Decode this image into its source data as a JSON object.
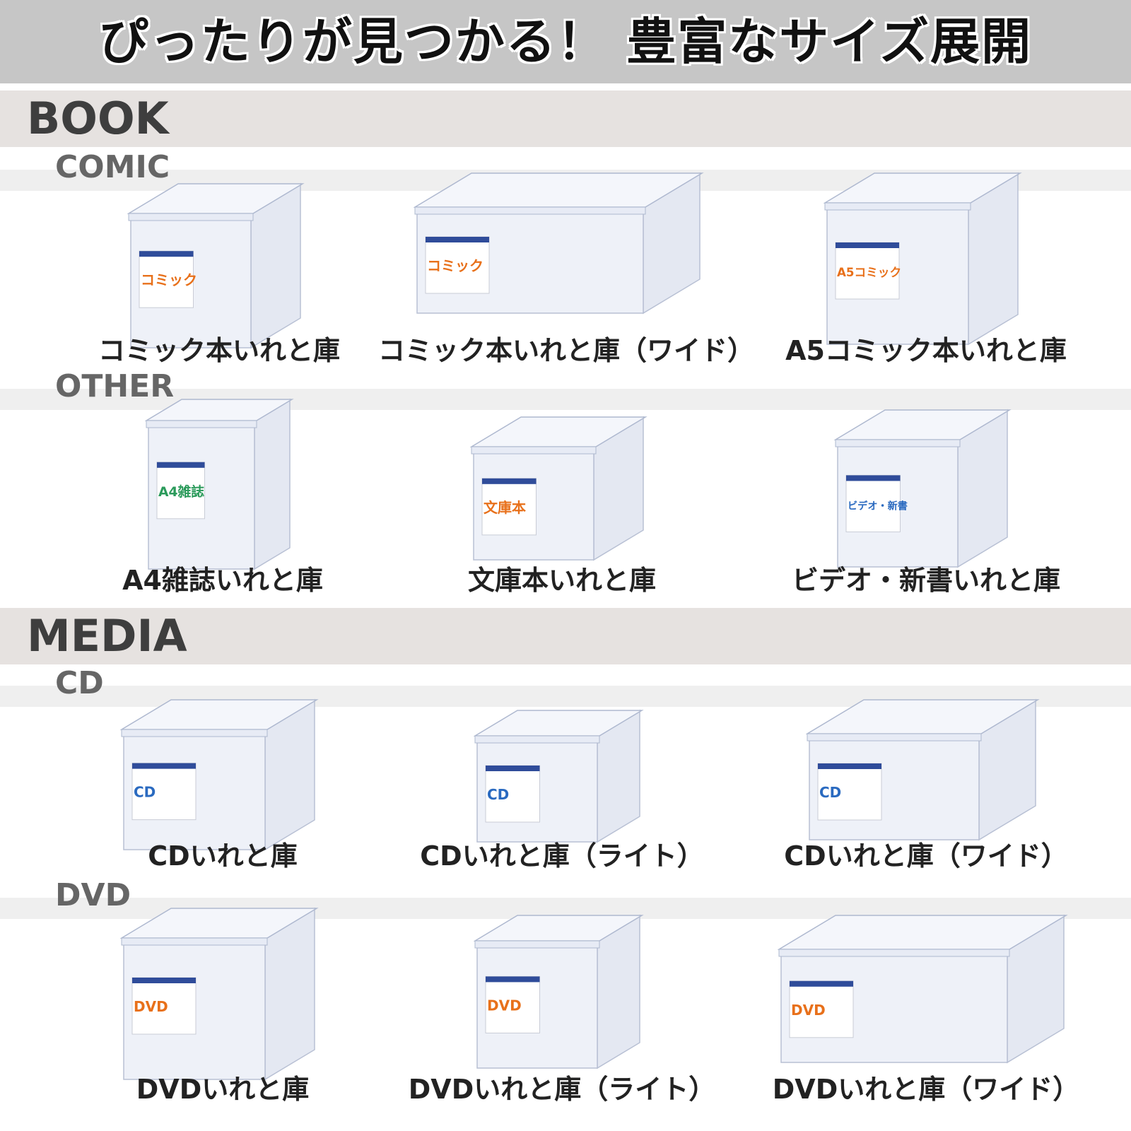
{
  "header": {
    "title": "ぴったりが見つかる！ 豊富なサイズ展開"
  },
  "sections": [
    {
      "label": "BOOK",
      "groups": [
        {
          "label": "COMIC",
          "products": [
            {
              "name": "コミック本いれと庫",
              "box_label": "コミック",
              "label_color": "#e8701a"
            },
            {
              "name": "コミック本いれと庫（ワイド）",
              "box_label": "コミック",
              "label_color": "#e8701a"
            },
            {
              "name": "A5コミック本いれと庫",
              "box_label": "A5コミック",
              "label_color": "#e8701a"
            }
          ]
        },
        {
          "label": "OTHER",
          "products": [
            {
              "name": "A4雑誌いれと庫",
              "box_label": "A4雑誌",
              "label_color": "#2a9a5a"
            },
            {
              "name": "文庫本いれと庫",
              "box_label": "文庫本",
              "label_color": "#e8701a"
            },
            {
              "name": "ビデオ・新書いれと庫",
              "box_label": "ビデオ・新書",
              "label_color": "#2a6ac0"
            }
          ]
        }
      ]
    },
    {
      "label": "MEDIA",
      "groups": [
        {
          "label": "CD",
          "products": [
            {
              "name": "CDいれと庫",
              "box_label": "CD",
              "label_color": "#2a6ac0"
            },
            {
              "name": "CDいれと庫（ライト）",
              "box_label": "CD",
              "label_color": "#2a6ac0"
            },
            {
              "name": "CDいれと庫（ワイド）",
              "box_label": "CD",
              "label_color": "#2a6ac0"
            }
          ]
        },
        {
          "label": "DVD",
          "products": [
            {
              "name": "DVDいれと庫",
              "box_label": "DVD",
              "label_color": "#e8701a"
            },
            {
              "name": "DVDいれと庫（ライト）",
              "box_label": "DVD",
              "label_color": "#e8701a"
            },
            {
              "name": "DVDいれと庫（ワイド）",
              "box_label": "DVD",
              "label_color": "#e8701a"
            }
          ]
        }
      ]
    }
  ]
}
